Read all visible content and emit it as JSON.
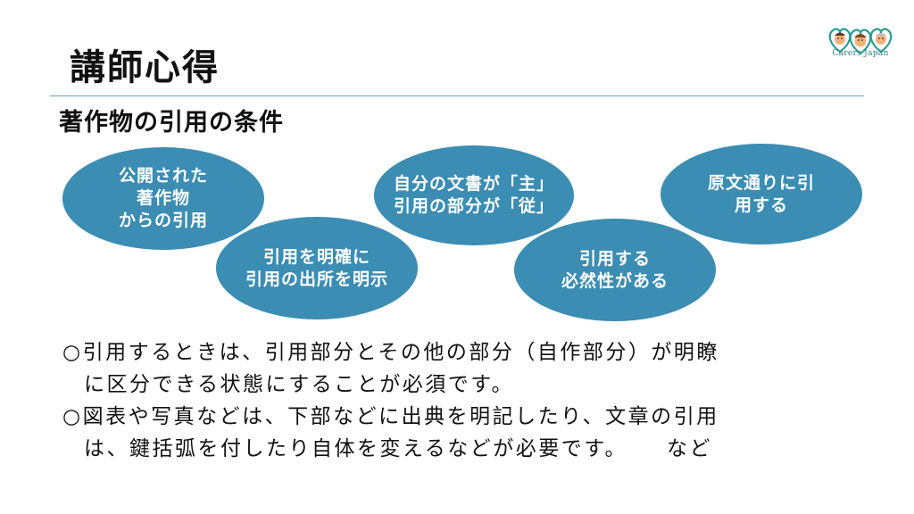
{
  "slide": {
    "title": "講師心得",
    "subtitle": "著作物の引用の条件"
  },
  "logo": {
    "text": "Carers Japan",
    "icon": "three-faces-hearts-logo",
    "color": "#2a9d8f"
  },
  "bubbles": [
    {
      "lines": [
        "公開された",
        "著作物",
        "からの引用"
      ]
    },
    {
      "lines": [
        "引用を明確に",
        "引用の出所を明示"
      ]
    },
    {
      "lines": [
        "自分の文書が「主」",
        "引用の部分が「従」"
      ]
    },
    {
      "lines": [
        "引用する",
        "必然性がある"
      ]
    },
    {
      "lines": [
        "原文通りに引",
        "用する"
      ]
    }
  ],
  "notes": [
    {
      "line1": "○引用するときは、引用部分とその他の部分（自作部分）が明瞭",
      "line2": "に区分できる状態にすることが必須です。"
    },
    {
      "line1": "○図表や写真などは、下部などに出典を明記したり、文章の引用",
      "line2": "は、鍵括弧を付したり自体を変えるなどが必要です。",
      "tail": "など"
    }
  ],
  "colors": {
    "bubble": "#3b8db3",
    "rule": "#5fa8c3",
    "text": "#111111"
  }
}
